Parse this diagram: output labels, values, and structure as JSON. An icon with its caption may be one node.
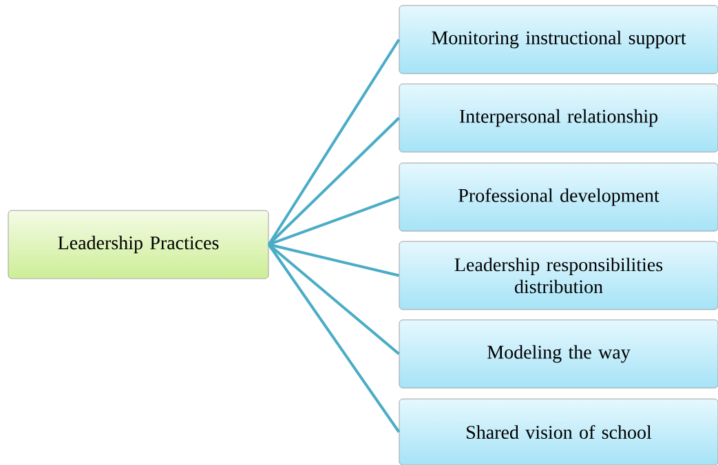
{
  "diagram": {
    "nodes": [
      {
        "text": [
          "Leadership Practices"
        ]
      },
      {
        "text": [
          "Monitoring instructional support"
        ]
      },
      {
        "text": [
          "Interpersonal relationship"
        ]
      },
      {
        "text": [
          "Professional development"
        ]
      },
      {
        "text": [
          "Leadership responsibilities distribution"
        ]
      },
      {
        "text": [
          "Modeling the way"
        ]
      },
      {
        "text": [
          "Shared vision of school"
        ]
      }
    ],
    "edges": [
      {
        "from": 0,
        "to": 1,
        "arrow": "none"
      },
      {
        "from": 0,
        "to": 2,
        "arrow": "none"
      },
      {
        "from": 0,
        "to": 3,
        "arrow": "none"
      },
      {
        "from": 0,
        "to": 4,
        "arrow": "none"
      },
      {
        "from": 0,
        "to": 5,
        "arrow": "none"
      },
      {
        "from": 0,
        "to": 6,
        "arrow": "none"
      }
    ]
  }
}
